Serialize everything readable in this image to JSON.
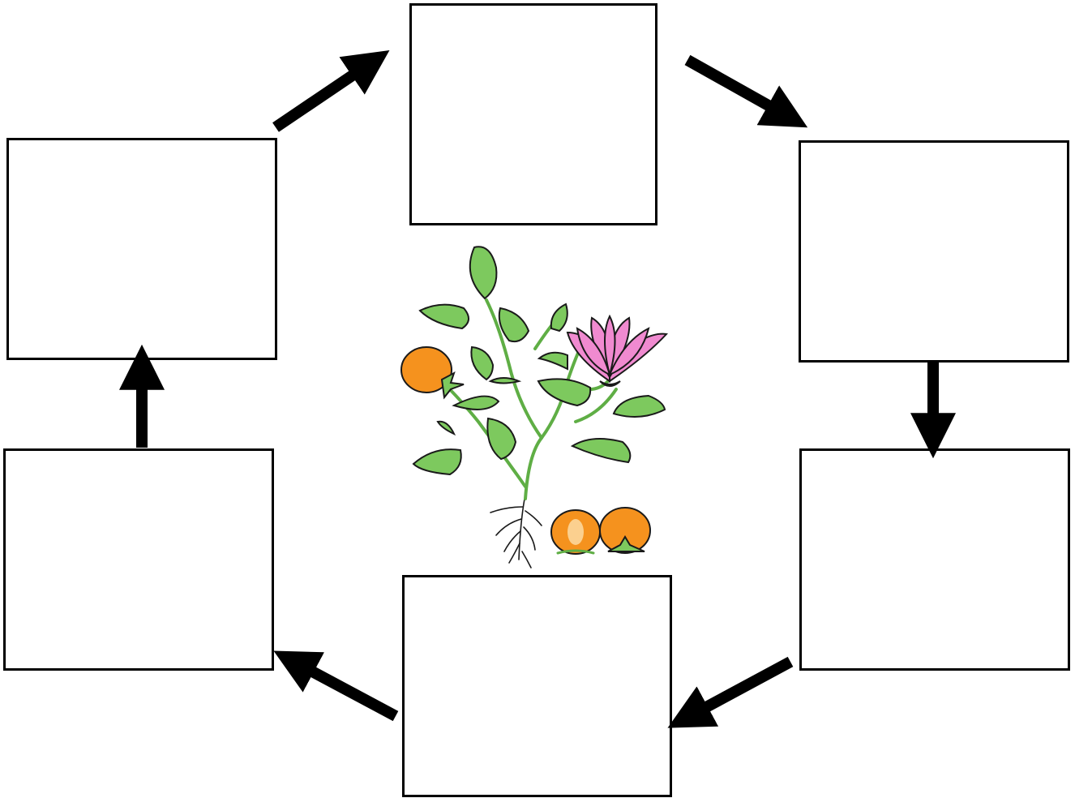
{
  "diagram": {
    "type": "cycle",
    "stages": [
      {
        "id": "top",
        "text": ""
      },
      {
        "id": "right-upper",
        "text": ""
      },
      {
        "id": "right-lower",
        "text": ""
      },
      {
        "id": "bottom",
        "text": ""
      },
      {
        "id": "left-lower",
        "text": ""
      },
      {
        "id": "left-upper",
        "text": ""
      }
    ],
    "flow": [
      "left-upper",
      "top",
      "right-upper",
      "right-lower",
      "bottom",
      "left-lower",
      "left-upper"
    ],
    "center_image": "flowering-plant-with-fruits",
    "colors": {
      "box_border": "#000000",
      "arrow": "#000000",
      "leaf": "#7dc95e",
      "petal": "#f08ad0",
      "fruit": "#f5921e"
    }
  }
}
